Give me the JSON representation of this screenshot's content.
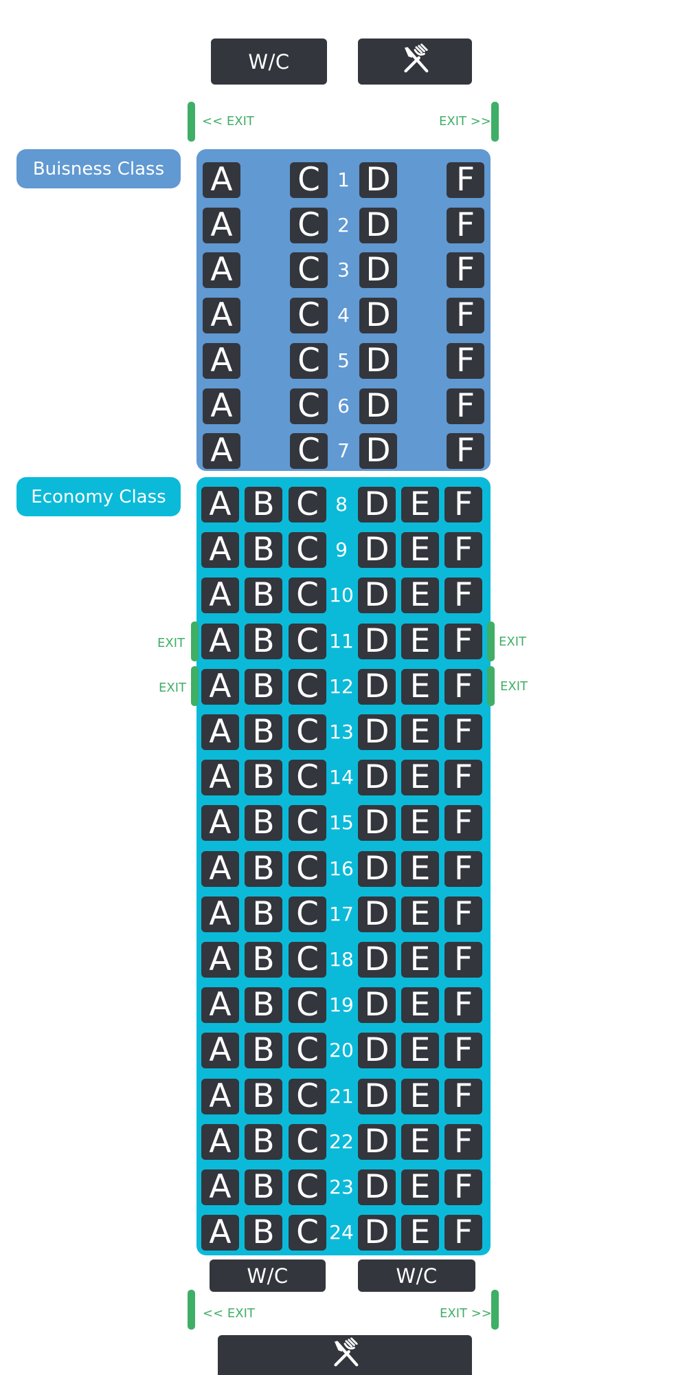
{
  "colors": {
    "seat": "#33363d",
    "business": "#6199d2",
    "economy": "#0bbad9",
    "exit": "#3fae66",
    "text": "#ffffff"
  },
  "facilities": {
    "top_wc_label": "W/C",
    "top_galley_icon": "fork-knife-icon",
    "bottom_wc_left_label": "W/C",
    "bottom_wc_right_label": "W/C",
    "bottom_galley_icon": "fork-knife-icon"
  },
  "exits": {
    "front_left": "<< EXIT",
    "front_right": "EXIT >>",
    "rear_left": "<< EXIT",
    "rear_right": "EXIT >>",
    "row11_left": "EXIT",
    "row11_right": "EXIT",
    "row12_left": "EXIT",
    "row12_right": "EXIT"
  },
  "business": {
    "label": "Buisness Class",
    "seat_letters": [
      "A",
      "C",
      "D",
      "F"
    ],
    "rows": [
      "1",
      "2",
      "3",
      "4",
      "5",
      "6",
      "7"
    ]
  },
  "economy": {
    "label": "Economy Class",
    "seat_letters": [
      "A",
      "B",
      "C",
      "D",
      "E",
      "F"
    ],
    "rows": [
      "8",
      "9",
      "10",
      "11",
      "12",
      "13",
      "14",
      "15",
      "16",
      "17",
      "18",
      "19",
      "20",
      "21",
      "22",
      "23",
      "24"
    ]
  }
}
